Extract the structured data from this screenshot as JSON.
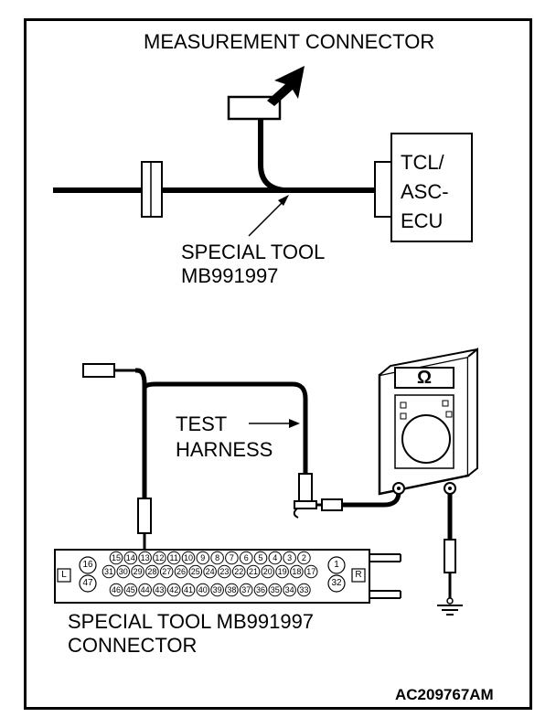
{
  "labels": {
    "measurement_connector": "MEASUREMENT CONNECTOR",
    "ecu_line1": "TCL/",
    "ecu_line2": "ASC-",
    "ecu_line3": "ECU",
    "special_tool_line1": "SPECIAL TOOL",
    "special_tool_line2": "MB991997",
    "test_line1": "TEST",
    "test_line2": "HARNESS",
    "meter_symbol": "Ω",
    "connector_line1": "SPECIAL TOOL MB991997",
    "connector_line2": "CONNECTOR",
    "figure_id": "AC209767AM",
    "conn_left_top": "16",
    "conn_left_bottom": "47",
    "conn_right_top": "1",
    "conn_right_bottom": "32",
    "conn_side_left": "L",
    "conn_side_right": "R",
    "pins_row1": [
      "15",
      "14",
      "13",
      "12",
      "11",
      "10",
      "9",
      "8",
      "7",
      "6",
      "5",
      "4",
      "3",
      "2"
    ],
    "pins_row2": [
      "31",
      "30",
      "29",
      "28",
      "27",
      "26",
      "25",
      "24",
      "23",
      "22",
      "21",
      "20",
      "19",
      "18",
      "17"
    ],
    "pins_row3": [
      "46",
      "45",
      "44",
      "43",
      "42",
      "41",
      "40",
      "39",
      "38",
      "37",
      "36",
      "35",
      "34",
      "33"
    ]
  }
}
